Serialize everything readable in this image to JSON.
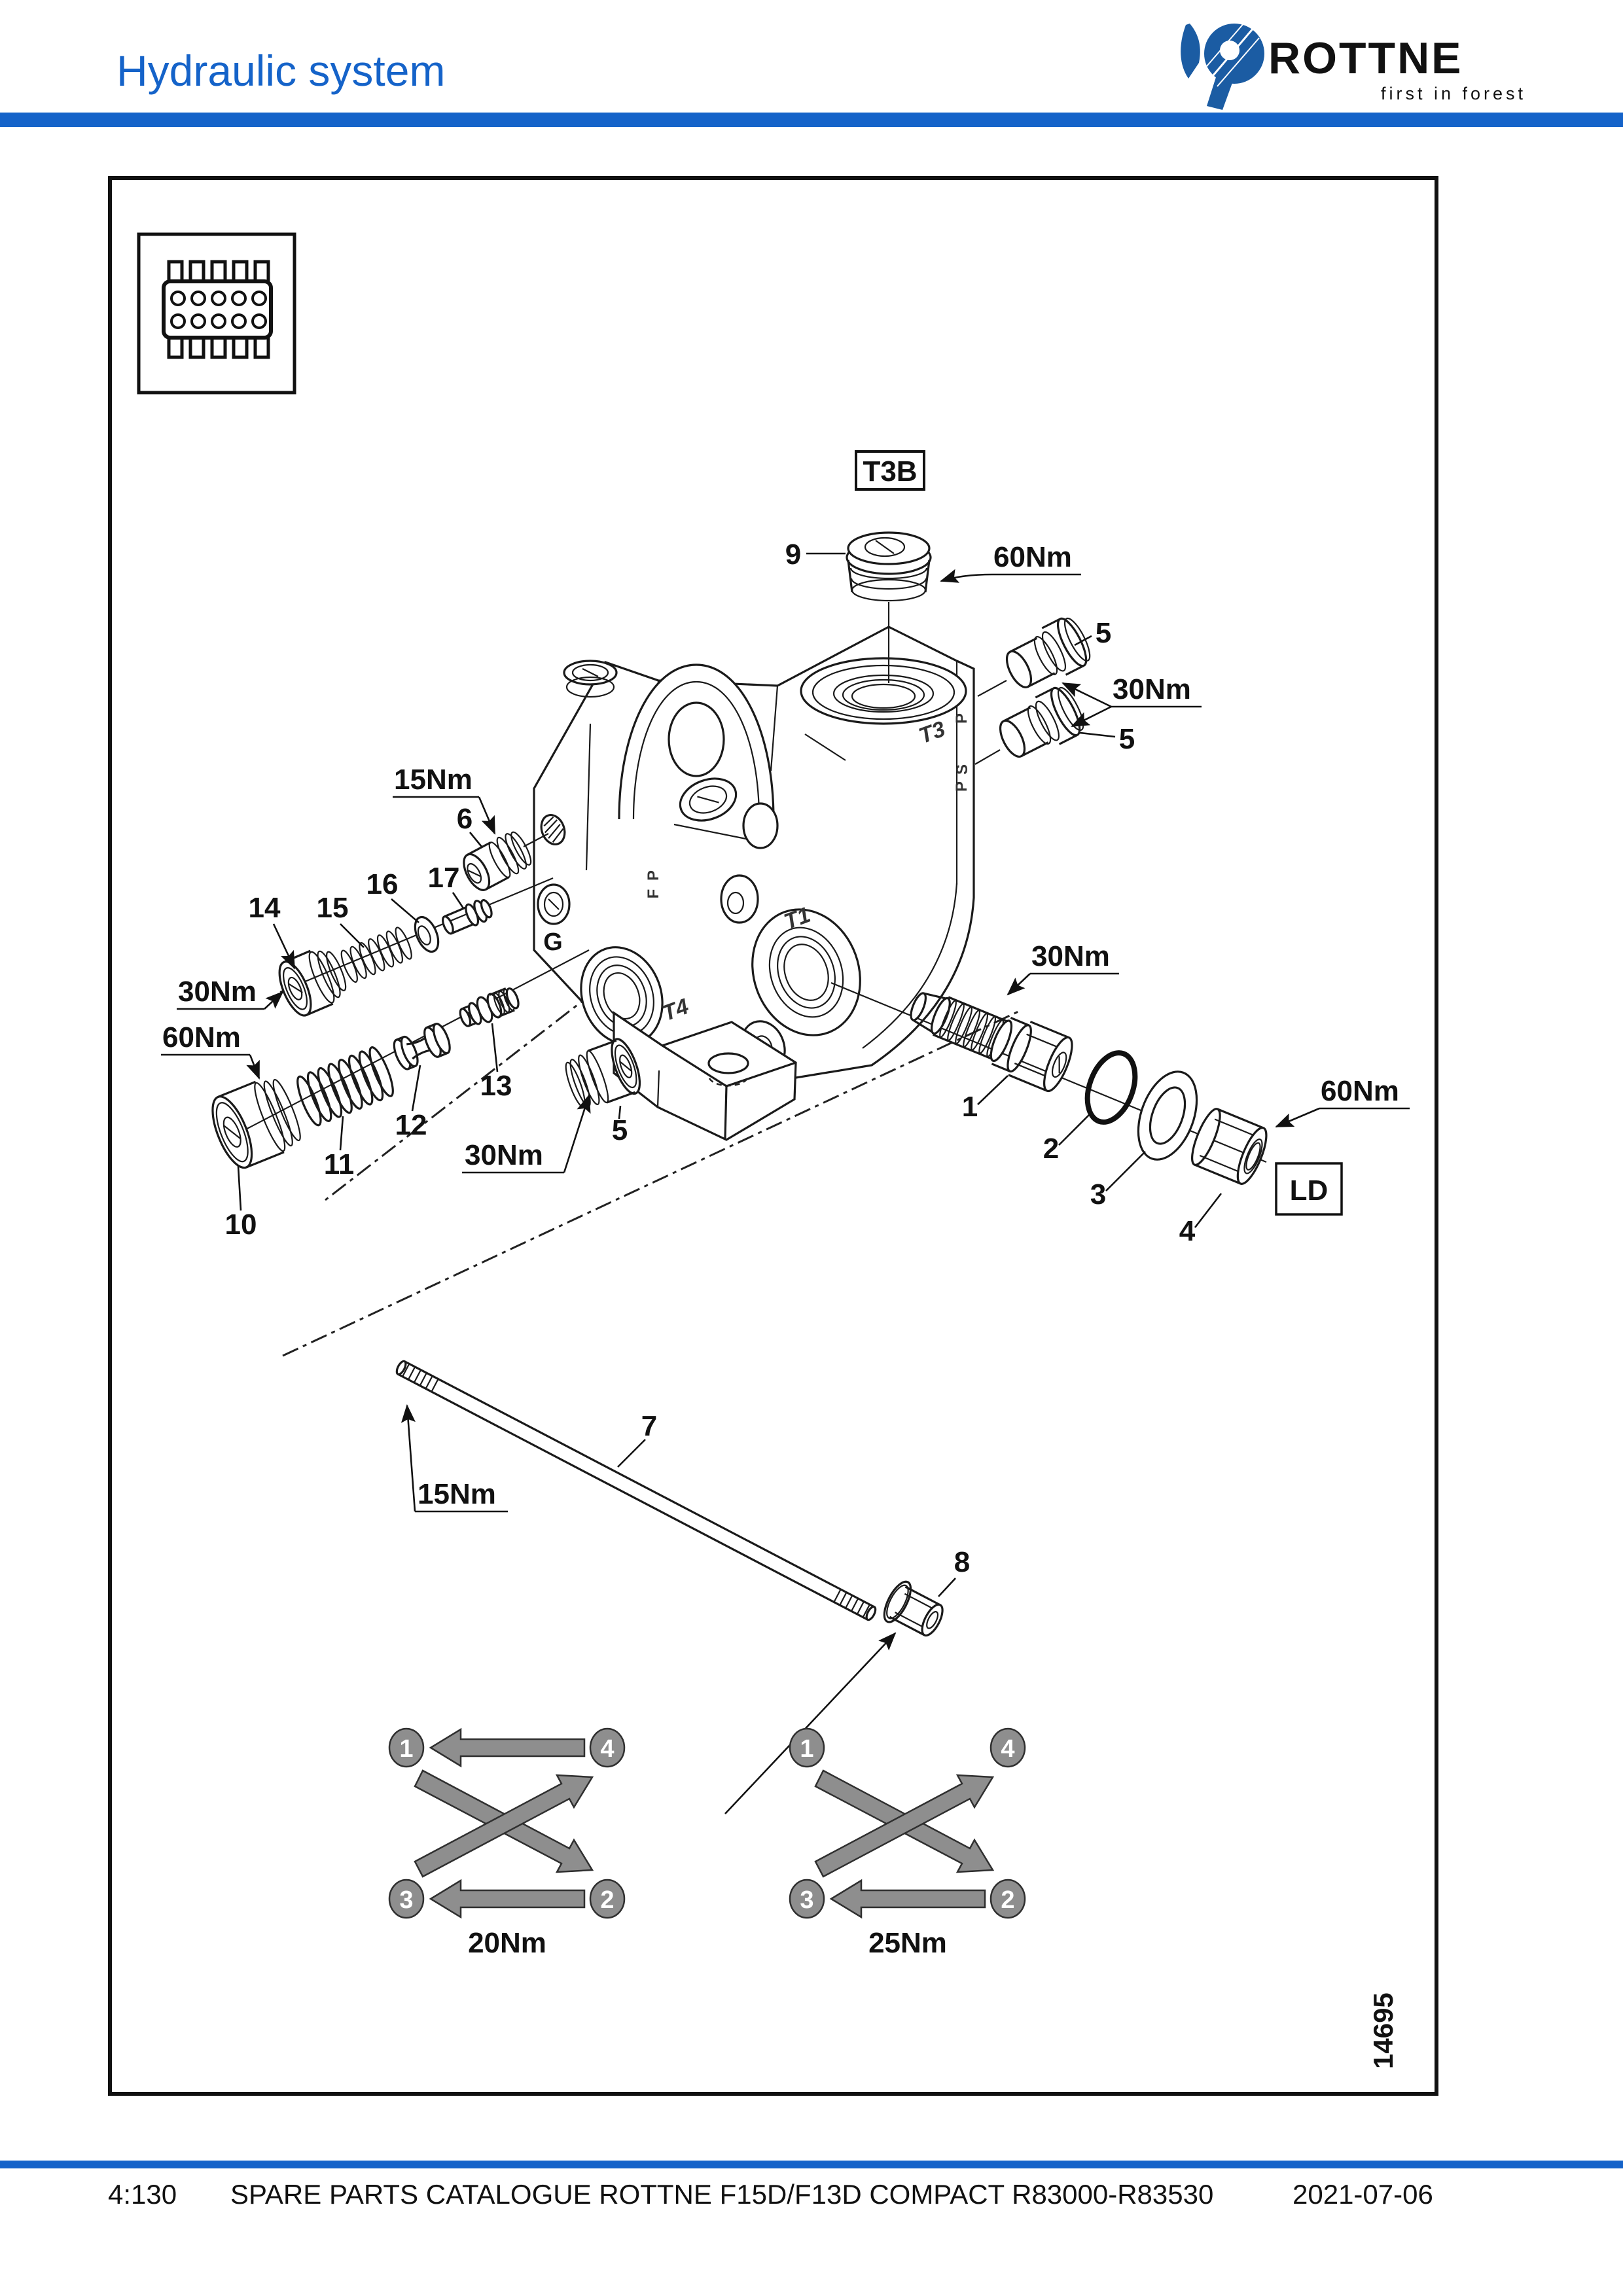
{
  "header": {
    "title": "Hydraulic system",
    "brand": {
      "name": "ROTTNE",
      "tagline": "first in forest"
    },
    "accent_color": "#1563c9",
    "brand_color": "#1b5ca3"
  },
  "figure": {
    "frame_number": "14695",
    "labels": {
      "t3b": "T3B",
      "ld": "LD"
    },
    "ports": {
      "t3": "T3",
      "t1": "T1",
      "t4": "T4",
      "g": "G",
      "p": "P",
      "s": "S",
      "f": "F"
    },
    "parts": {
      "p1": "1",
      "p2": "2",
      "p3": "3",
      "p4": "4",
      "p5": "5",
      "p6": "6",
      "p7": "7",
      "p8": "8",
      "p9": "9",
      "p10": "10",
      "p11": "11",
      "p12": "12",
      "p13": "13",
      "p14": "14",
      "p15": "15",
      "p16": "16",
      "p17": "17"
    },
    "torques": {
      "nm60": "60Nm",
      "nm30": "30Nm",
      "nm15": "15Nm",
      "nm20": "20Nm",
      "nm25": "25Nm"
    },
    "sequence": {
      "c1": "1",
      "c2": "2",
      "c3": "3",
      "c4": "4",
      "left_torque": "20Nm",
      "right_torque": "25Nm"
    }
  },
  "footer": {
    "page": "4:130",
    "catalogue": "SPARE PARTS CATALOGUE ROTTNE F15D/F13D COMPACT R83000-R83530",
    "date": "2021-07-06"
  }
}
